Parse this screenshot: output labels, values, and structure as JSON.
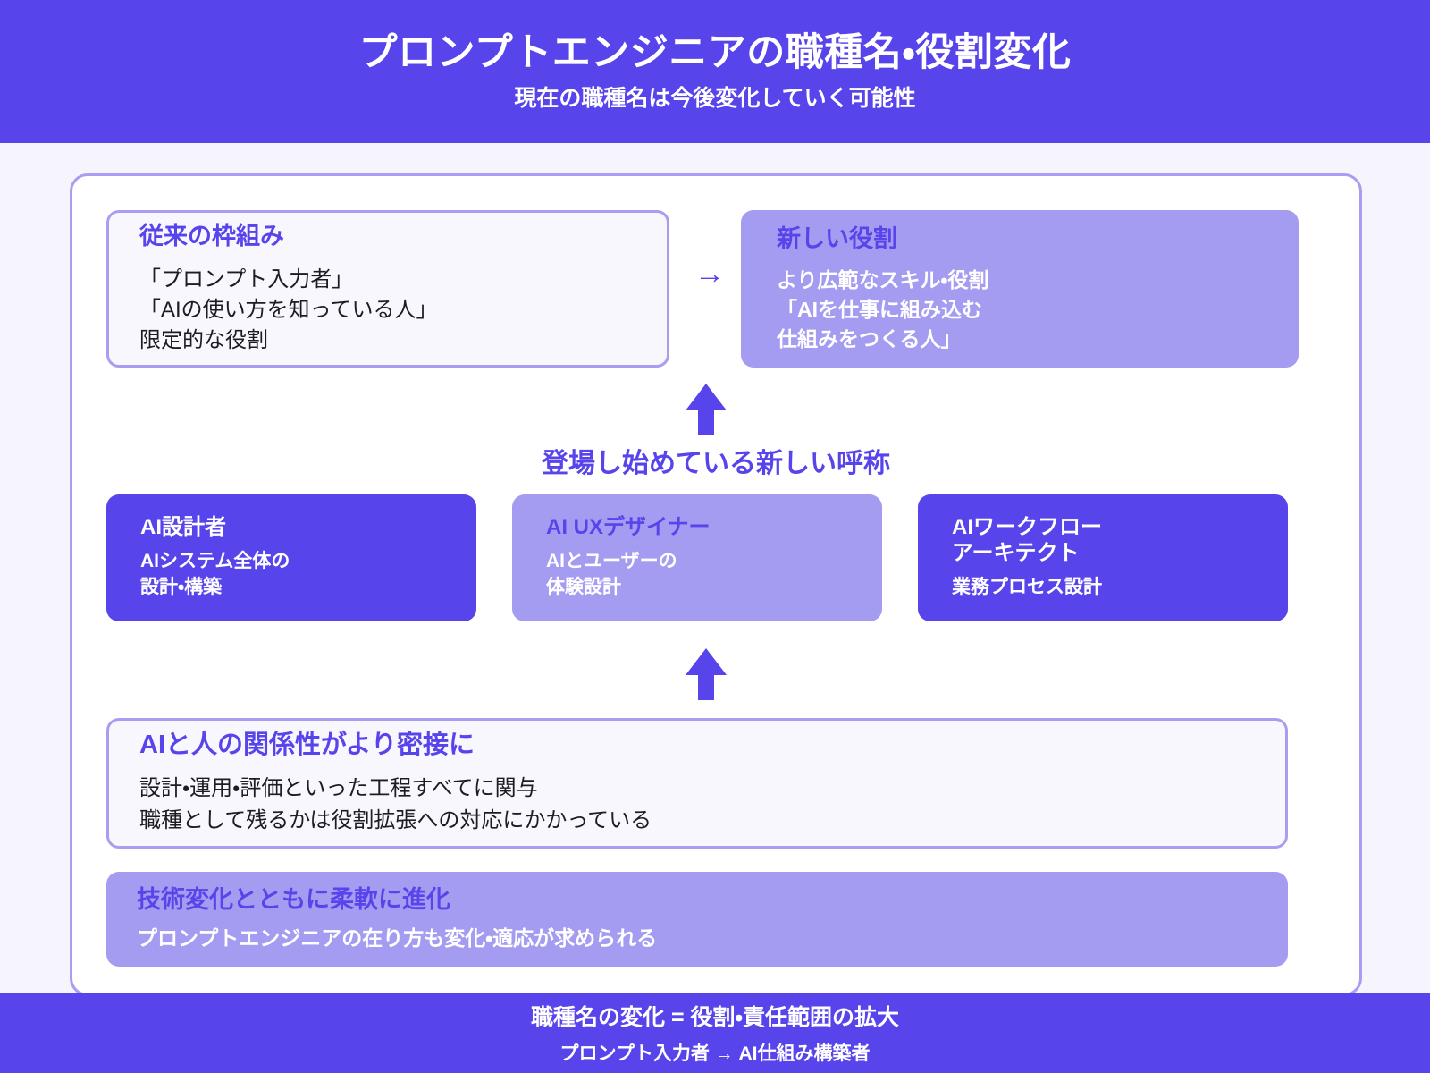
{
  "header": {
    "title": "プロンプトエンジニアの職種名・役割変化",
    "subtitle": "現在の職種名は今後変化していく可能性"
  },
  "colors": {
    "deep_purple": "#5744eb",
    "lavender": "#a49cf0",
    "border_lavender": "#a79ef2",
    "light_fill": "#f8f7fe",
    "page_bg": "#f6f5fe",
    "white": "#ffffff",
    "body_text": "#1c1c26"
  },
  "comparison": {
    "legacy": {
      "title": "従来の枠組み",
      "body": "「プロンプト入力者」\n「AIの使い方を知っている人」\n限定的な役割"
    },
    "arrow_glyph": "→",
    "new_role": {
      "title": "新しい役割",
      "body": "より広範なスキル・役割\n「AIを仕事に組み込む\n仕組みをつくる人」"
    }
  },
  "caption": "登場し始めている新しい呼称",
  "roles": [
    {
      "title": "AI設計者",
      "desc": "AIシステム全体の\n設計・構築"
    },
    {
      "title": "AI UXデザイナー",
      "desc": "AIとユーザーの\n体験設計"
    },
    {
      "title": "AIワークフロー\nアーキテクト",
      "desc": "業務プロセス設計"
    }
  ],
  "relation": {
    "title": "AIと人の関係性がより密接に",
    "body": "設計・運用・評価といった工程すべてに関与\n職種として残るかは役割拡張への対応にかかっている"
  },
  "evolution": {
    "title": "技術変化とともに柔軟に進化",
    "body": "プロンプトエンジニアの在り方も変化・適応が求められる"
  },
  "footer": {
    "main": "職種名の変化 = 役割・責任範囲の拡大",
    "sub": "プロンプト入力者 → AI仕組み構築者"
  }
}
